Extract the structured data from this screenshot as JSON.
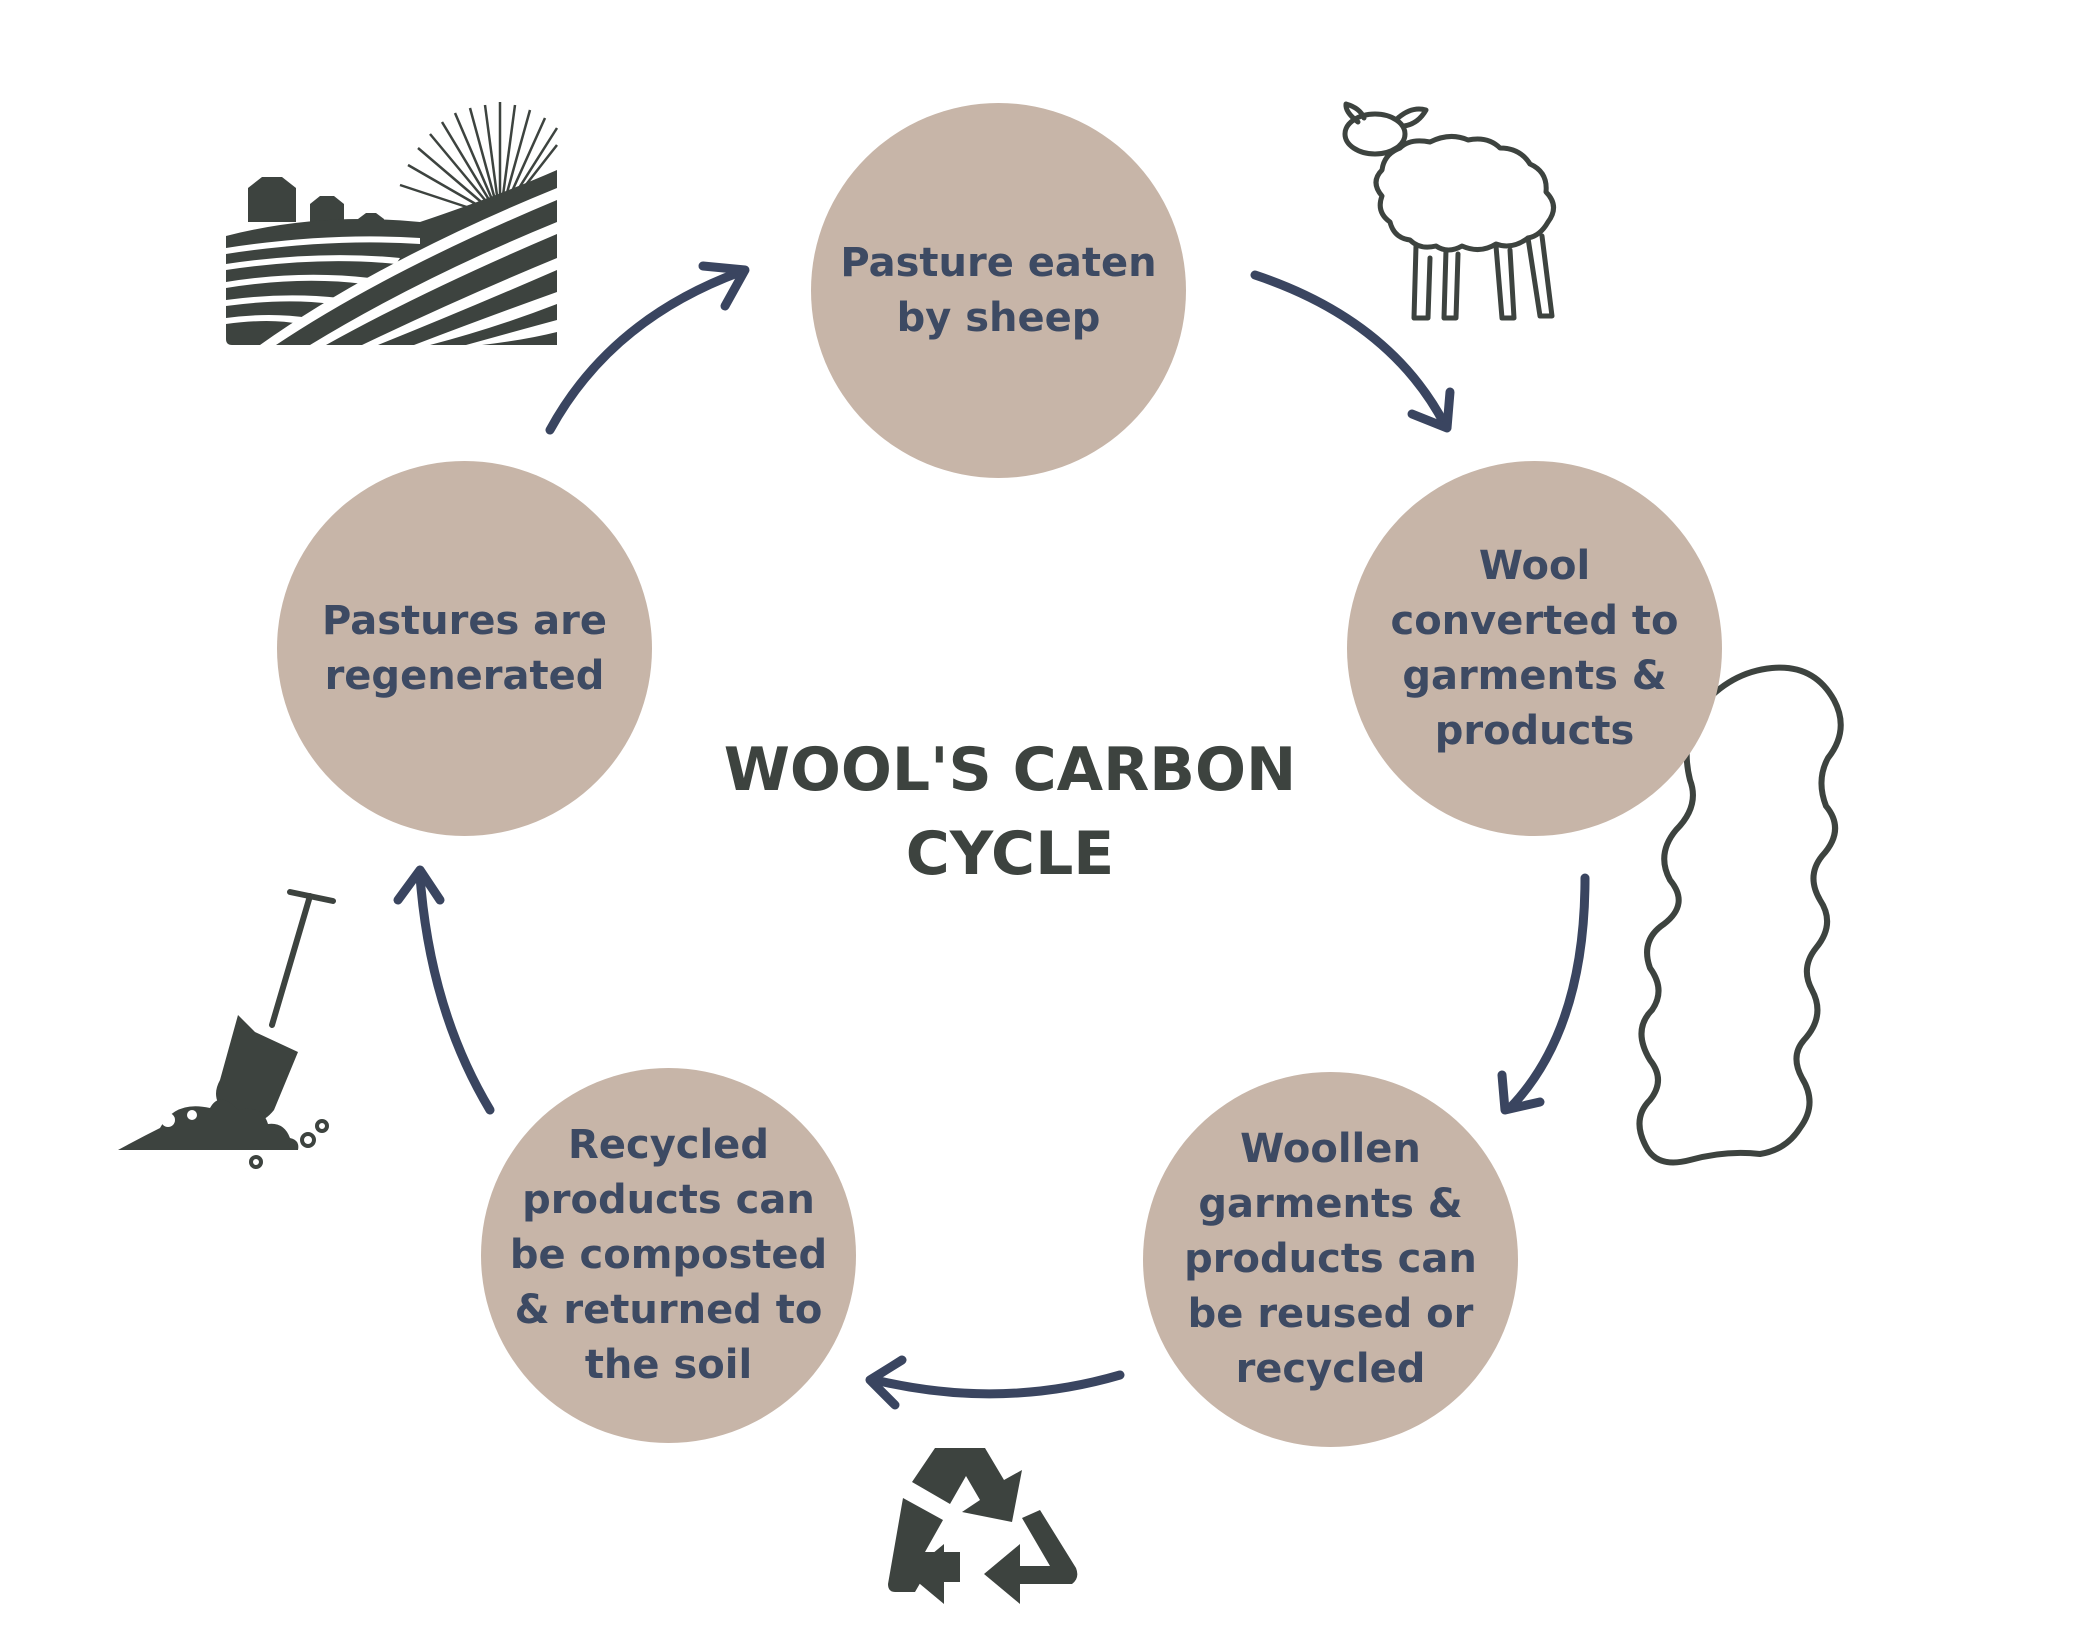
{
  "title": "WOOL'S CARBON CYCLE",
  "colors": {
    "circle_fill": "#c7b5a8",
    "node_text": "#3d4a63",
    "arrow": "#3a4560",
    "icon": "#3d433f",
    "title_text": "#3d433f"
  },
  "nodes": [
    {
      "label": "Pasture eaten by sheep"
    },
    {
      "label": "Wool converted to garments & products"
    },
    {
      "label": "Woollen garments & products can be reused or recycled"
    },
    {
      "label": "Recycled products can be composted & returned to the soil"
    },
    {
      "label": "Pastures are regenerated"
    }
  ],
  "icons": [
    "farm-field-icon",
    "sheep-icon",
    "sheepskin-icon",
    "recycle-icon",
    "shovel-soil-icon"
  ]
}
